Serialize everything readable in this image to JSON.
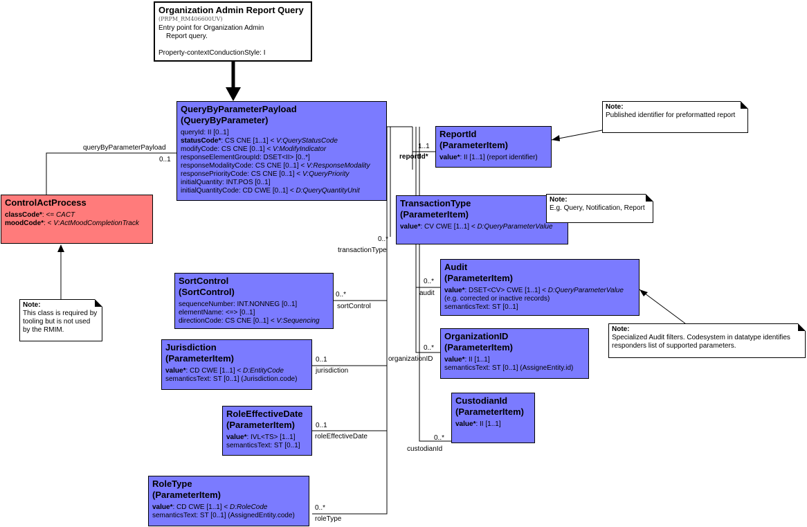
{
  "entry": {
    "title": "Organization Admin Report Query",
    "id": "(PRPM_RM406600UV)",
    "desc_line1": "Entry point for Organization Admin",
    "desc_line2": "Report query.",
    "style": "Property-contextConductionStyle: I"
  },
  "payload": {
    "title1": "QueryByParameterPayload",
    "title2": "(QueryByParameter)",
    "attrs": [
      {
        "name": "queryId",
        "rest": ": II [0..1]",
        "vocab": ""
      },
      {
        "name": "statusCode*",
        "rest": ": CS CNE [1..1] < ",
        "vocab": "V:QueryStatusCode"
      },
      {
        "name": "modifyCode",
        "rest": ": CS CNE [0..1] < ",
        "vocab": "V:ModifyIndicator"
      },
      {
        "name": "responseElementGroupId",
        "rest": ": DSET<II> [0..*]",
        "vocab": ""
      },
      {
        "name": "responseModalityCode",
        "rest": ": CS CNE [0..1] < ",
        "vocab": "V:ResponseModality"
      },
      {
        "name": "responsePriorityCode",
        "rest": ": CS CNE [0..1] < ",
        "vocab": "V:QueryPriority"
      },
      {
        "name": "initialQuantity",
        "rest": ": INT.POS [0..1]",
        "vocab": ""
      },
      {
        "name": "initialQuantityCode",
        "rest": ": CD CWE [0..1] < ",
        "vocab": "D:QueryQuantityUnit"
      }
    ]
  },
  "controlAct": {
    "title": "ControlActProcess",
    "attrs": [
      {
        "name": "classCode*",
        "rest": ": <= ",
        "vocab": "CACT"
      },
      {
        "name": "moodCode*",
        "rest": ": < ",
        "vocab": "V:ActMoodCompletionTrack"
      }
    ]
  },
  "sortControl": {
    "title1": "SortControl",
    "title2": "(SortControl)",
    "attrs": [
      {
        "name": "sequenceNumber",
        "rest": ": INT.NONNEG [0..1]",
        "vocab": ""
      },
      {
        "name": "elementName",
        "rest": ": <=> [0..1]",
        "vocab": ""
      },
      {
        "name": "directionCode",
        "rest": ": CS CNE [0..1] < ",
        "vocab": "V:Sequencing"
      }
    ]
  },
  "jurisdiction": {
    "title1": "Jurisdiction",
    "title2": "(ParameterItem)",
    "attrs": [
      {
        "name": "value*",
        "rest": ": CD CWE [1..1] < ",
        "vocab": "D:EntityCode"
      },
      {
        "name": "semanticsText",
        "rest": ": ST [0..1] (Jurisdiction.code)",
        "vocab": ""
      }
    ]
  },
  "roleEffectiveDate": {
    "title1": "RoleEffectiveDate",
    "title2": "(ParameterItem)",
    "attrs": [
      {
        "name": "value*",
        "rest": ": IVL<TS> [1..1]",
        "vocab": ""
      },
      {
        "name": "semanticsText",
        "rest": ": ST [0..1]",
        "vocab": ""
      }
    ]
  },
  "roleType": {
    "title1": "RoleType",
    "title2": "(ParameterItem)",
    "attrs": [
      {
        "name": "value*",
        "rest": ": CD CWE [1..1] < ",
        "vocab": "D:RoleCode"
      },
      {
        "name": "semanticsText",
        "rest": ": ST [0..1] (AssignedEntity.code)",
        "vocab": ""
      }
    ]
  },
  "reportId": {
    "title1": "ReportId",
    "title2": "(ParameterItem)",
    "attrs": [
      {
        "name": "value*",
        "rest": ": II [1..1] (report identifier)",
        "vocab": ""
      }
    ]
  },
  "transactionType": {
    "title1": "TransactionType",
    "title2": "(ParameterItem)",
    "attrs": [
      {
        "name": "value*",
        "rest": ": CV CWE [1..1] < ",
        "vocab": "D:QueryParameterValue"
      }
    ]
  },
  "audit": {
    "title1": "Audit",
    "title2": "(ParameterItem)",
    "attrs": [
      {
        "name": "value*",
        "rest": ": DSET<CV> CWE [1..1] < ",
        "vocab": "D:QueryParameterValue"
      },
      {
        "name": "",
        "rest": " (e.g. corrected or inactive records)",
        "vocab": ""
      },
      {
        "name": "semanticsText",
        "rest": ": ST [0..1]",
        "vocab": ""
      }
    ]
  },
  "organizationId": {
    "title1": "OrganizationID",
    "title2": "(ParameterItem)",
    "attrs": [
      {
        "name": "value*",
        "rest": ": II [1..1]",
        "vocab": ""
      },
      {
        "name": "semanticsText",
        "rest": ": ST [0..1] (AssigneEntity.id)",
        "vocab": ""
      }
    ]
  },
  "custodianId": {
    "title1": "CustodianId",
    "title2": "(ParameterItem)",
    "attrs": [
      {
        "name": "value*",
        "rest": ": II [1..1]",
        "vocab": ""
      }
    ]
  },
  "notes": {
    "reportId": {
      "title": "Note:",
      "text": "Published identifier for preformatted report"
    },
    "transactionType": {
      "title": "Note:",
      "text": "E.g. Query, Notification, Report"
    },
    "audit": {
      "title": "Note:",
      "text": "Specialized Audit filters. Codesystem in datatype identifies responders list of supported parameters."
    },
    "controlAct": {
      "title": "Note:",
      "text": "This class is required by tooling but is not used by the RMIM."
    }
  },
  "labels": {
    "queryByParameterPayload": "queryByParameterPayload",
    "qbpCard": "0..1",
    "reportIdRole": "reportId*",
    "reportIdCard": "1..1",
    "transactionTypeRole": "transactionType",
    "transactionTypeCard": "0..*",
    "sortControlRole": "sortControl",
    "sortControlCard": "0..*",
    "jurisdictionRole": "jurisdiction",
    "jurisdictionCard": "0..1",
    "roleEffectiveDateRole": "roleEffectiveDate",
    "roleEffectiveDateCard": "0..1",
    "roleTypeRole": "roleType",
    "roleTypeCard": "0..*",
    "auditRole": "audit",
    "auditCard": "0..*",
    "organizationIdRole": "organizationID",
    "organizationIdCard": "0..*",
    "custodianIdRole": "custodianId",
    "custodianIdCard": "0..*"
  },
  "colors": {
    "classFill": "#7b7bff",
    "actFill": "#ff7b7b",
    "noteFill": "#ffffff",
    "line": "#000000"
  }
}
